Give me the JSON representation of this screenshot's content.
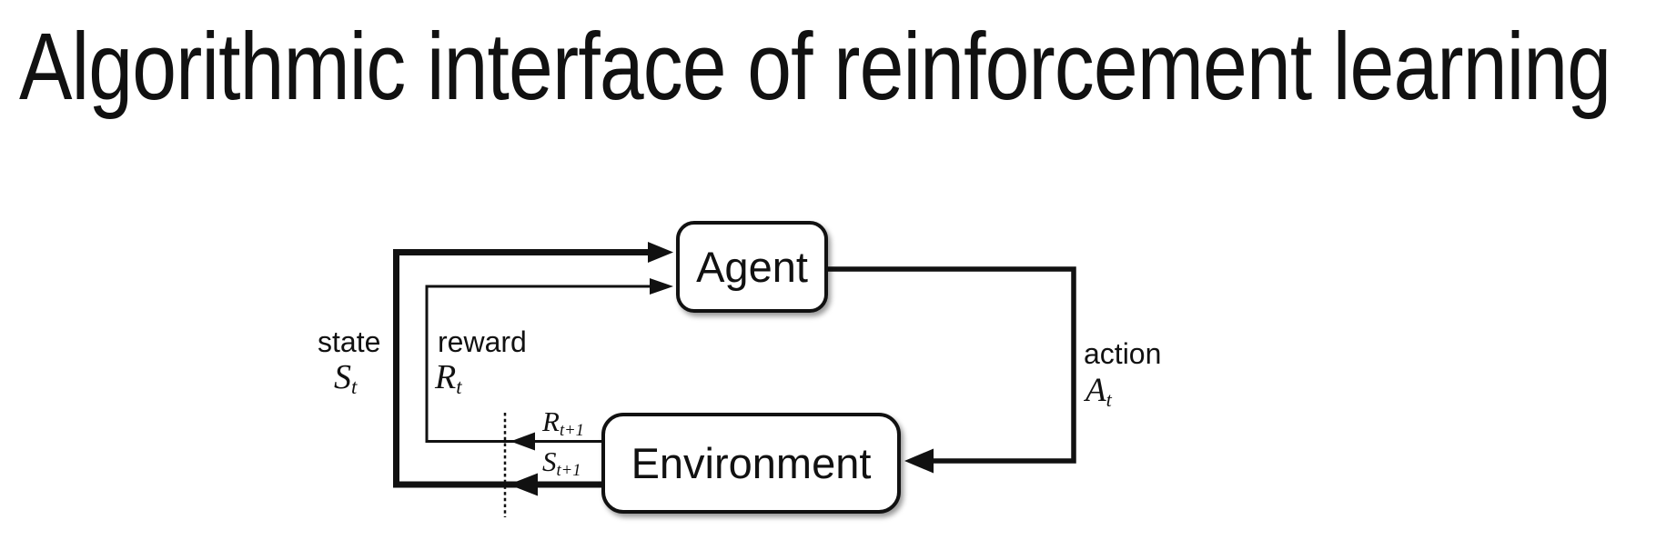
{
  "slide": {
    "title": "Algorithmic interface of reinforcement learning"
  },
  "diagram": {
    "agent_box_label": "Agent",
    "environment_box_label": "Environment",
    "state_label": "state",
    "reward_label": "reward",
    "action_label": "action",
    "state_symbol": {
      "base": "S",
      "sub": "t"
    },
    "reward_symbol": {
      "base": "R",
      "sub": "t"
    },
    "action_symbol": {
      "base": "A",
      "sub": "t"
    },
    "next_reward_symbol": {
      "base": "R",
      "sub": "t+1"
    },
    "next_state_symbol": {
      "base": "S",
      "sub": "t+1"
    },
    "colors": {
      "ink": "#111111",
      "background": "#ffffff"
    }
  }
}
